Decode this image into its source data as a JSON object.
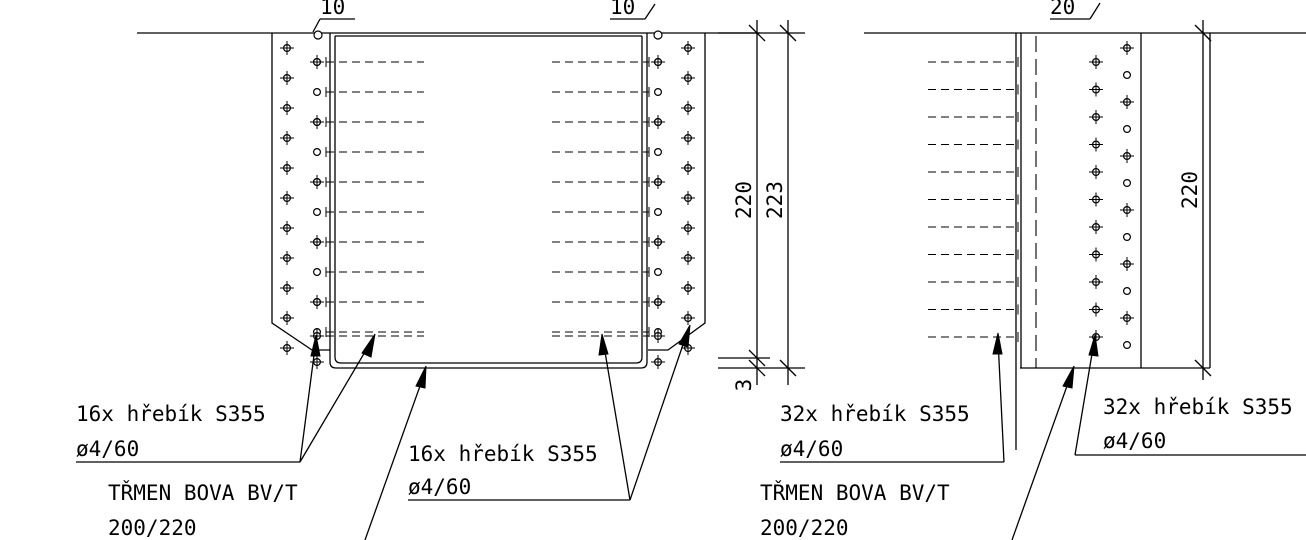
{
  "left_view": {
    "dim_top_left": "10",
    "dim_top_right": "10",
    "dim_height_inner": "220",
    "dim_height_outer": "223",
    "dim_bottom": "3",
    "note_nails_left": {
      "line1": "16x hřebík S355",
      "line2": "ø4/60"
    },
    "note_nails_right": {
      "line1": "16x hřebík S355",
      "line2": "ø4/60"
    },
    "note_hanger": {
      "line1": "TŘMEN BOVA BV/T",
      "line2": "200/220"
    }
  },
  "right_view": {
    "dim_top": "20",
    "dim_height": "220",
    "note_nails_left": {
      "line1": "32x hřebík S355",
      "line2": "ø4/60"
    },
    "note_nails_right": {
      "line1": "32x hřebík S355",
      "line2": "ø4/60"
    },
    "note_hanger": {
      "line1": "TŘMEN BOVA BV/T",
      "line2": "200/220"
    }
  }
}
